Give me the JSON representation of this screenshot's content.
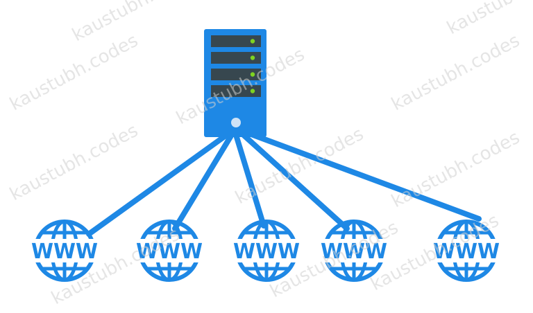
{
  "diagram": {
    "server": {
      "icon": "server-icon",
      "drive_led_color": "#7ed321",
      "body_color": "#1e88e5",
      "drive_color": "#37474f",
      "power_button_color": "#cfe3f7"
    },
    "connection_color": "#1e88e5",
    "globes": [
      {
        "label": "WWW"
      },
      {
        "label": "WWW"
      },
      {
        "label": "WWW"
      },
      {
        "label": "WWW"
      },
      {
        "label": "WWW"
      }
    ],
    "watermark": "kaustubh.codes"
  }
}
